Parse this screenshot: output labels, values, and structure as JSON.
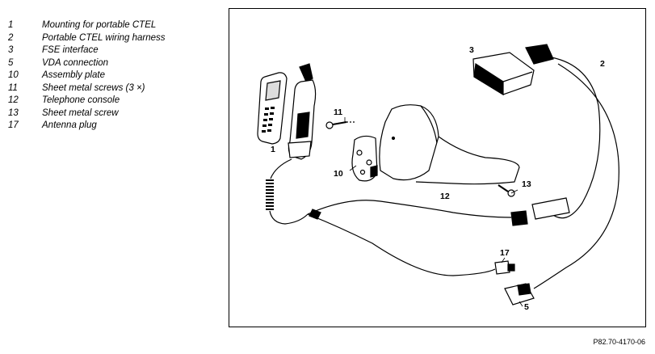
{
  "legend": [
    {
      "num": "1",
      "label": "Mounting for portable CTEL"
    },
    {
      "num": "2",
      "label": "Portable CTEL wiring harness"
    },
    {
      "num": "3",
      "label": "FSE interface"
    },
    {
      "num": "5",
      "label": "VDA connection"
    },
    {
      "num": "10",
      "label": "Assembly plate"
    },
    {
      "num": "11",
      "label": "Sheet metal screws (3 ×)"
    },
    {
      "num": "12",
      "label": "Telephone console"
    },
    {
      "num": "13",
      "label": "Sheet metal screw"
    },
    {
      "num": "17",
      "label": "Antenna plug"
    }
  ],
  "callouts": {
    "c1": "1",
    "c2": "2",
    "c3": "3",
    "c5": "5",
    "c10": "10",
    "c11": "11",
    "c12": "12",
    "c13": "13",
    "c17": "17"
  },
  "reference": "P82.70-4170-06"
}
